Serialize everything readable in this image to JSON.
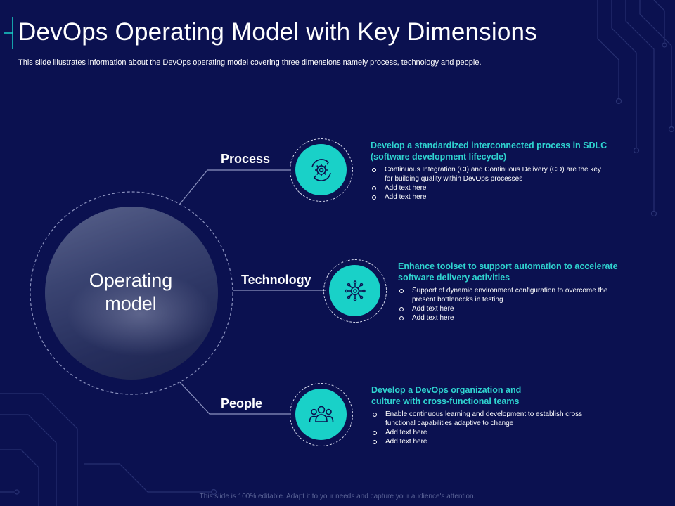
{
  "slide": {
    "title": "DevOps Operating Model with Key Dimensions",
    "subtitle": "This slide illustrates information about the DevOps operating model covering three dimensions namely process, technology and people.",
    "center_label": "Operating model",
    "footer": "This slide is 100% editable. Adapt it to your needs and capture your audience's attention."
  },
  "colors": {
    "background": "#0b1150",
    "accent": "#19d1c8",
    "heading_accent": "#2fd4d0"
  },
  "dimensions": [
    {
      "label": "Process",
      "icon": "gear-cycle-icon",
      "heading": "Develop a standardized interconnected process in SDLC (software development lifecycle)",
      "bullets": [
        "Continuous Integration (CI) and Continuous Delivery (CD) are the key for building quality within DevOps processes",
        "Add text here",
        "Add text here"
      ]
    },
    {
      "label": "Technology",
      "icon": "circuit-chip-icon",
      "heading": "Enhance toolset to support automation to accelerate software delivery activities",
      "bullets": [
        "Support of dynamic environment configuration to overcome the present bottlenecks in testing",
        "Add text here",
        "Add text here"
      ]
    },
    {
      "label": "People",
      "icon": "team-people-icon",
      "heading": "Develop a DevOps organization and culture with cross-functional teams",
      "bullets": [
        "Enable continuous learning and development to establish cross functional capabilities adaptive to change",
        "Add text here",
        "Add text here"
      ]
    }
  ]
}
